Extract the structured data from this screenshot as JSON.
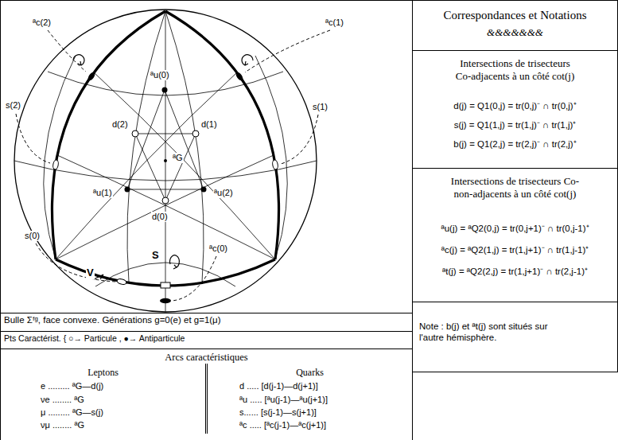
{
  "diagram": {
    "nodes": [
      {
        "text": [
          "Correspondances et Notations",
          "&&&&&&&"
        ]
      },
      {
        "text": [
          "Intersections de trisecteurs Co-adjacents à un côté cot(j)",
          "d(j) = Q1(0,j) = tr(0,j)⁻ ∩ tr(0,j)⁺",
          "s(j) = Q1(1,j) = tr(1,j)⁻ ∩ tr(1,j)⁺",
          "b(j) = Q1(2,j) = tr(2,j)⁻ ∩ tr(2,j)⁺"
        ]
      },
      {
        "text": [
          "Intersections de trisecteurs Co-non-adjacents à un côté cot(j)",
          "ªu(j) = ªQ2(0,j) = tr(0,j+1)⁻ ∩ tr(0,j-1)⁺",
          "ªc(j) = ªQ2(1,j) = tr(1,j+1)⁻ ∩ tr(1,j-1)⁺",
          "ªt(j) = ªQ2(2,j) = tr(1,j+1)⁻ ∩ tr(2,j-1)⁺"
        ]
      },
      {
        "text": [
          "Note : b(j) et ªt(j) sont situés sur l'autre hémisphère."
        ]
      },
      {
        "text": [
          "Bulle Σᶠᵍ, face convexe. Générations g=0(e) et g=1(μ)"
        ]
      },
      {
        "text": [
          "Pts Caractérist. { ○→ Particule , ●→ Antiparticule"
        ]
      },
      {
        "text": [
          "Arcs caractéristiques",
          "Leptons",
          "Quarks",
          "e ......... ªG—d(j)",
          "νe ........ ªG",
          "μ ......... ªG—s(j)",
          "νμ ........ ªG",
          "d ..... [d(j-1)—d(j+1)]",
          "ªu ..... [ªu(j-1)—ªu(j+1)]",
          "s...... [s(j-1)—s(j+1)]",
          "ªc ..... [ªc(j-1)—ªc(j+1)]"
        ]
      }
    ],
    "labels": [
      "ªc(2)",
      "ªc(1)",
      "s(2)",
      "s(1)",
      "ªu(0)",
      "d(2)",
      "d(1)",
      "ªG",
      "ªu(1)",
      "ªu(2)",
      "d(0)",
      "S",
      "V",
      "s(0)",
      "ªc(0)"
    ]
  }
}
